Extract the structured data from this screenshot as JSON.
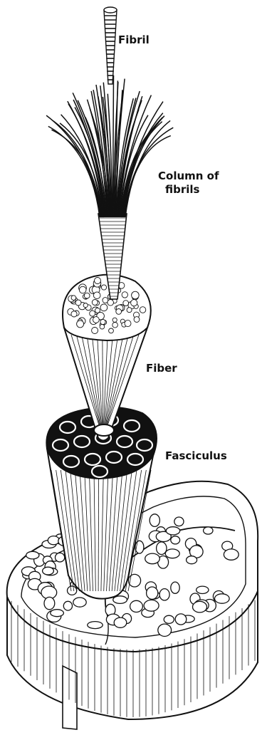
{
  "figure": {
    "labels": {
      "fibril": "Fibril",
      "column_of_fibrils_line1": "Column of",
      "column_of_fibrils_line2": "fibrils",
      "fiber": "Fiber",
      "fasciculus": "Fasciculus"
    },
    "colors": {
      "ink": "#111111",
      "paper": "#ffffff"
    }
  }
}
